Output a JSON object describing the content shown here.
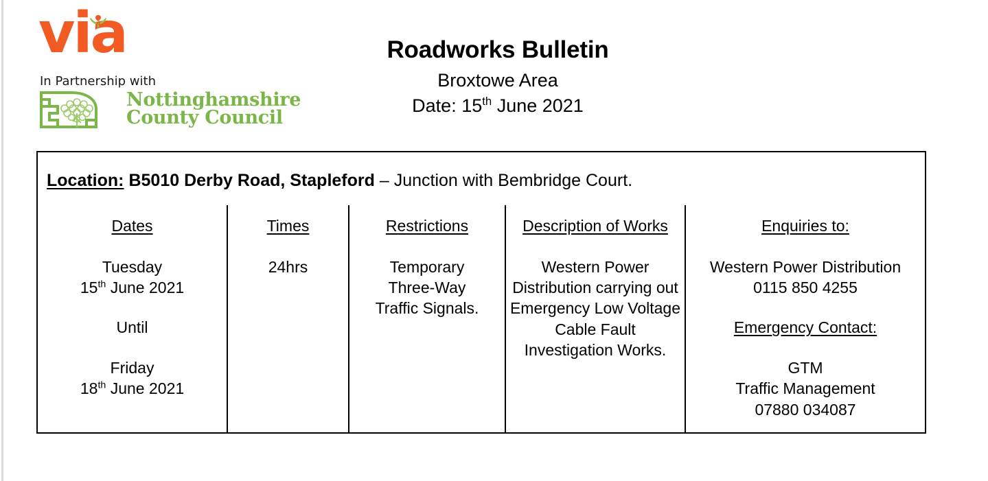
{
  "brand": {
    "via_logo_text": "via",
    "via_color": "#F15A22",
    "partnership_text": "In Partnership with",
    "council_name_line1": "Nottinghamshire",
    "council_name_line2": "County Council",
    "council_color": "#7AB648"
  },
  "header": {
    "title": "Roadworks Bulletin",
    "area": "Broxtowe Area",
    "date_prefix": "Date: 15",
    "date_ordinal": "th",
    "date_suffix": " June 2021"
  },
  "location": {
    "label": "Location:",
    "road": "B5010 Derby Road, Stapleford",
    "detail": "– Junction with Bembridge Court."
  },
  "columns": {
    "dates": {
      "header": "Dates",
      "start_day": "Tuesday",
      "start_date_num": "15",
      "start_date_ordinal": "th",
      "start_date_rest": " June 2021",
      "connector": "Until",
      "end_day": "Friday",
      "end_date_num": "18",
      "end_date_ordinal": "th",
      "end_date_rest": " June 2021"
    },
    "times": {
      "header": "Times",
      "value": "24hrs"
    },
    "restrictions": {
      "header": "Restrictions",
      "line1": "Temporary",
      "line2": "Three-Way",
      "line3": "Traffic Signals."
    },
    "description": {
      "header": "Description of Works",
      "text": "Western Power Distribution carrying out Emergency Low Voltage Cable Fault Investigation Works."
    },
    "enquiries": {
      "header": "Enquiries to:",
      "org": "Western Power Distribution",
      "phone": "0115 850 4255",
      "emergency_header": "Emergency Contact:",
      "emergency_org": "GTM",
      "emergency_org2": "Traffic Management",
      "emergency_phone": "07880 034087"
    }
  }
}
